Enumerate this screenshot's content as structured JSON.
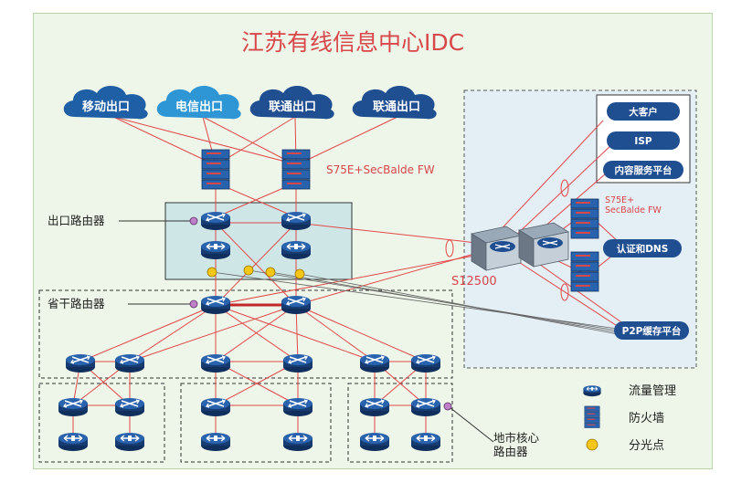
{
  "title": "江苏有线信息中心IDC",
  "clouds": [
    {
      "label": "移动出口",
      "color": "#1f5fa6"
    },
    {
      "label": "电信出口",
      "color": "#2e96d4"
    },
    {
      "label": "联通出口",
      "color": "#1f4e91"
    },
    {
      "label": "联通出口",
      "color": "#1f4e91"
    }
  ],
  "labels": {
    "exit_router": "出口路由器",
    "backbone_router": "省干路由器",
    "city_core_router": "地市核心\n路由器",
    "firewall_top": "S75E+SecBalde FW",
    "firewall_right": "S75E+\nSecBalde FW",
    "s12500": "S12500"
  },
  "right_panel": {
    "services": [
      "大客户",
      "ISP",
      "内容服务平台"
    ],
    "auth_dns": "认证和DNS",
    "p2p": "P2P缓存平台"
  },
  "legend": {
    "traffic_mgmt": "流量管理",
    "firewall": "防火墙",
    "splitter": "分光点"
  },
  "colors": {
    "title": "#d8474a",
    "link": "#e04848",
    "device": "#1f4e91",
    "splitter": "#f5c518",
    "exit_box": "#cde6e6"
  }
}
